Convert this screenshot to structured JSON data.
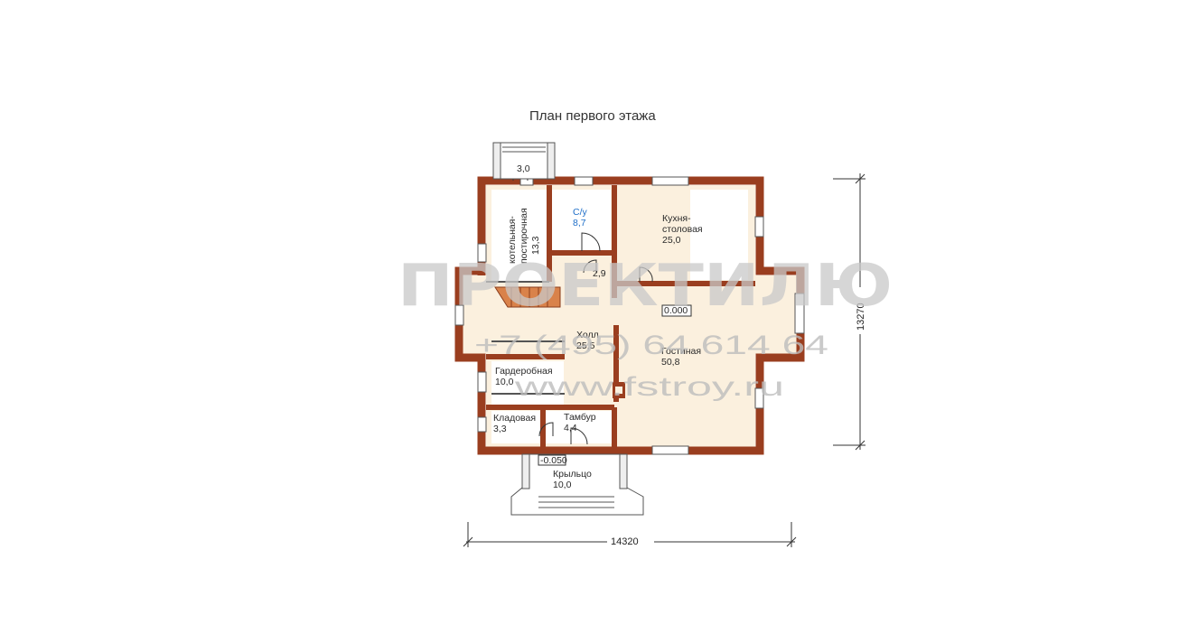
{
  "title": "План первого этажа",
  "rooms": {
    "boiler": {
      "name": "Котельная-\nпостирочная",
      "line1": "котельная-",
      "line2": "постирочная",
      "area": "13,3"
    },
    "bath": {
      "name": "С/у",
      "area": "8,7"
    },
    "kitchen": {
      "line1": "Кухня-",
      "line2": "столовая",
      "area": "25,0"
    },
    "hall": {
      "name": "Холл",
      "area": "25,5"
    },
    "living": {
      "name": "Гостиная",
      "area": "50,8"
    },
    "wardrobe": {
      "name": "Гардеробная",
      "area": "10,0"
    },
    "storage": {
      "name": "Кладовая",
      "area": "3,3"
    },
    "vestibule": {
      "name": "Тамбур",
      "area": "4,4"
    },
    "porch": {
      "name": "Крыльцо",
      "area": "10,0"
    },
    "back_porch": {
      "area": "3,0"
    },
    "corridor": {
      "area": "2,9"
    }
  },
  "levels": {
    "main": "0.000",
    "porch": "-0.050"
  },
  "dimensions": {
    "width": "14320",
    "height": "13270"
  },
  "watermark": {
    "logo": "ПРОЕКТИЛЮ",
    "phone": "+7 (495) 64 614 64",
    "site": "www.fstroy.ru"
  },
  "colors": {
    "wall": "#9a3e1f",
    "floor": "#fbf0de",
    "white_floor": "#ffffff",
    "stair": "#d9824a"
  }
}
